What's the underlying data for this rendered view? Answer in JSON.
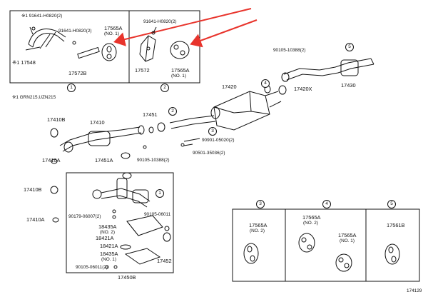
{
  "diagram": {
    "catalog_number": "174129",
    "note": "※1  GRN215,UZN215",
    "colors": {
      "line": "#111111",
      "annotation_arrow": "#e8342c"
    },
    "labels": {
      "p17548": "※1  17548",
      "p91641_a": "※1  91641-H0820(2)",
      "p91641_b": "91641-H0820(2)",
      "p17565a_box1": "17565A",
      "p17565a_box1_no": "(NO. 1)",
      "p17572b": "17572B",
      "p91641_c": "91641-H0820(2)",
      "p17572": "17572",
      "p17565a_box2": "17565A",
      "p17565a_box2_no": "(NO. 1)",
      "p90105_10388_top": "90105-10388(2)",
      "p17420x": "17420X",
      "p17430": "17430",
      "p17420": "17420",
      "p17410b": "17410B",
      "p17410": "17410",
      "p17451": "17451",
      "p90901": "90901-05020(2)",
      "p90501": "90501-35036(2)",
      "p17410a_top": "17410A",
      "p17451a": "17451A",
      "p90105_10388_mid": "90105-10388(2)",
      "p17410b_2": "17410B",
      "p90179": "90179-06007(2)",
      "p90105_06011": "90105-06011",
      "p17410a_2": "17410A",
      "p18435a_1": "18435A",
      "p18435a_1_no": "(NO. 2)",
      "p18421a_1": "18421A",
      "p18421a_2": "18421A",
      "p18435a_2": "18435A",
      "p18435a_2_no": "(NO. 1)",
      "p17452": "17452",
      "p90105_06011_2": "90105-06011(2)",
      "p17450b": "17450B",
      "p17565a_box3": "17565A",
      "p17565a_box3_no": "(NO. 2)",
      "p17565a_box4a": "17565A",
      "p17565a_box4a_no": "(NO. 2)",
      "p17565a_box4b": "17565A",
      "p17565a_box4b_no": "(NO. 1)",
      "p17561b": "17561B"
    },
    "callouts": [
      "1",
      "2",
      "3",
      "4",
      "5"
    ]
  }
}
